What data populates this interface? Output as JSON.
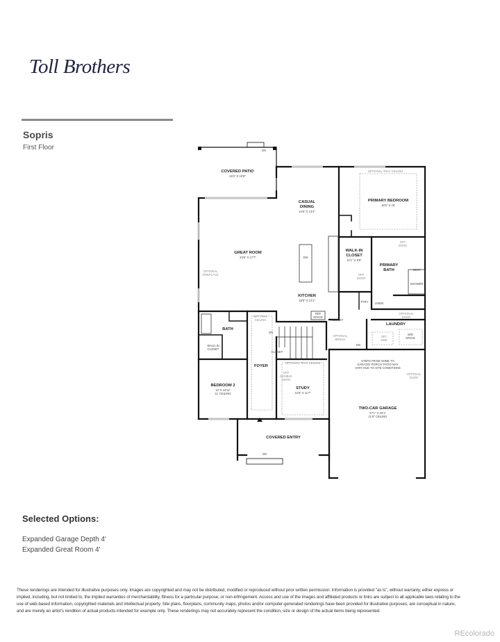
{
  "brand": {
    "logo_text": "Toll Brothers",
    "logo_color": "#1f2340"
  },
  "plan": {
    "name": "Sopris",
    "floor": "First Floor"
  },
  "rooms": {
    "covered_patio": {
      "name": "COVERED PATIO",
      "dims": "16'4\" X 10'8\""
    },
    "casual_dining": {
      "name_line1": "CASUAL",
      "name_line2": "DINING",
      "dims": "14'9\" X 13'4\""
    },
    "primary_bedroom": {
      "name": "PRIMARY BEDROOM",
      "dims": "18'2\" X 15'",
      "note": "OPTIONAL TRAY CEILING"
    },
    "great_room": {
      "name": "GREAT ROOM",
      "dims": "24'8\" X 17'7\"",
      "note_line1": "OPTIONAL",
      "note_line2": "FIREPLACE"
    },
    "walk_in_closet": {
      "name_line1": "WALK-IN",
      "name_line2": "CLOSET",
      "dims": "11'1\" X 8'8\"",
      "note_line1": "OPT",
      "note_line2": "DOOR"
    },
    "primary_bath": {
      "name_line1": "PRIMARY",
      "name_line2": "BATH",
      "opt_door_1": "OPT",
      "opt_door_2": "DOOR",
      "seat": "SEAT",
      "shower": "SHOWER"
    },
    "kitchen": {
      "name": "KITCHEN",
      "dims": "18'6\" X 12'1\"",
      "dw": "DW",
      "ref": "REF",
      "ref2": "SPACE"
    },
    "pantry": {
      "name": "PTRY"
    },
    "linen": {
      "name": "LINEN"
    },
    "closet_hall": {
      "name": "CLOSET",
      "bench1": "OPTIONAL",
      "bench2": "BENCH"
    },
    "laundry": {
      "name": "LAUNDRY",
      "note1": "OPTIONAL",
      "note2": "DOOR",
      "sink1": "OPT",
      "sink2": "SINK",
      "wd1": "W/D",
      "wd2": "SPACE"
    },
    "bath": {
      "name": "BATH"
    },
    "walk_in_closet_2": {
      "name_line1": "WALK-IN",
      "name_line2": "CLOSET"
    },
    "foyer": {
      "name": "FOYER",
      "note1": "OPT TRAY",
      "note2": "CEILING",
      "dn": "DN",
      "closet": "CLOSET"
    },
    "bedroom_2": {
      "name": "BEDROOM 2",
      "dims": "13' X 10'11\"",
      "ceiling": "11' CEILING"
    },
    "study": {
      "name": "STUDY",
      "dims": "12'6\" X 11'7\"",
      "note": "OPTIONAL TRAY CEILING",
      "door1": "OPT",
      "door2": "DOUBLE",
      "door3": "DOOR"
    },
    "garage": {
      "name": "TWO-CAR GARAGE",
      "dims": "27'1\" X 20'1\"",
      "ceiling": "11'9\" CEILING",
      "steps1": "STEPS FROM HOME TO",
      "steps2": "GARAGE/ PORCH/ PATIO MAY",
      "steps3": "VARY DUE TO SITE CONDITIONS",
      "opt1": "OPTIONAL",
      "opt2": "DOOR",
      "dn": "DN"
    },
    "covered_entry": {
      "name": "COVERED ENTRY",
      "dn": "DN"
    },
    "patio_dn": "DN"
  },
  "selected_options": {
    "title": "Selected Options:",
    "items": [
      "Expanded Garage Depth 4'",
      "Expanded Great Room 4'"
    ]
  },
  "disclaimer": "These renderings are intended for illustrative purposes only. Images are copyrighted and may not be distributed, modified or reproduced without prior written permission. Information is provided \"as is\", without warranty, either express or implied, including, but not limited to, the implied warranties of merchantability, fitness for a particular purpose, or non-infringement. Access and use of the images and affiliated products or links are subject to all applicable laws relating to the use of web-based information, copyrighted materials and intellectual property. Site plans, floorplans, community maps, photos and/or computer-generated renderings have been provided for illustrative purposes, are conceptual in nature, and are merely an artist's rendition of actual products intended for example only. These renderings may not accurately represent the condition, size or design of the actual items being represented.",
  "watermark": "REcolorado"
}
